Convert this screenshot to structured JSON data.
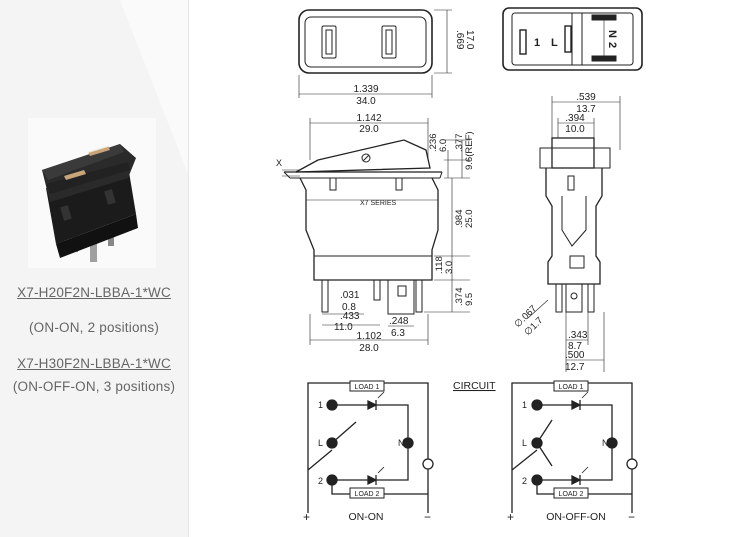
{
  "products": [
    {
      "model": "X7-H20F2N-LBBA-1*WC",
      "description": "(ON-ON, 2 positions)"
    },
    {
      "model": "X7-H30F2N-LBBA-1*WC",
      "description": "(ON-OFF-ON, 3 positions)"
    }
  ],
  "drawing": {
    "top_view": {
      "dim_in": ".669",
      "dim_mm": "17.0",
      "width_in": "1.339",
      "width_mm": "34.0"
    },
    "bottom_view": {
      "label_left": "1",
      "label_mid": "L",
      "label_right_a": "N",
      "label_right_b": "2"
    },
    "front_view": {
      "width_in": "1.142",
      "width_mm": "29.0",
      "series_label": "X7 SERIES",
      "x_label": "X",
      "dim_236": ".236",
      "dim_60": "6.0",
      "dim_377": ".377",
      "dim_96": "9.6(REF)",
      "dim_984": ".984",
      "dim_250": "25.0",
      "dim_118": ".118",
      "dim_30": "3.0",
      "dim_374": ".374",
      "dim_95": "9.5",
      "dim_031": ".031",
      "dim_08": "0.8",
      "dim_433": ".433",
      "dim_110": "11.0",
      "dim_248": ".248",
      "dim_63": "6.3",
      "dim_1102": "1.102",
      "dim_280": "28.0"
    },
    "side_view": {
      "dim_539": ".539",
      "dim_137": "13.7",
      "dim_394": ".394",
      "dim_100": "10.0",
      "dim_067": "∅.067",
      "dim_17": "∅1.7",
      "dim_343": ".343",
      "dim_87": "8.7",
      "dim_500": ".500",
      "dim_127": "12.7"
    },
    "circuit": {
      "title": "CIRCUIT",
      "load1": "LOAD 1",
      "load2": "LOAD 2",
      "pin1": "1",
      "pinL": "L",
      "pinN": "N",
      "pin2": "2",
      "plus": "+",
      "minus": "−",
      "caption_left": "ON-ON",
      "caption_right": "ON-OFF-ON"
    }
  }
}
